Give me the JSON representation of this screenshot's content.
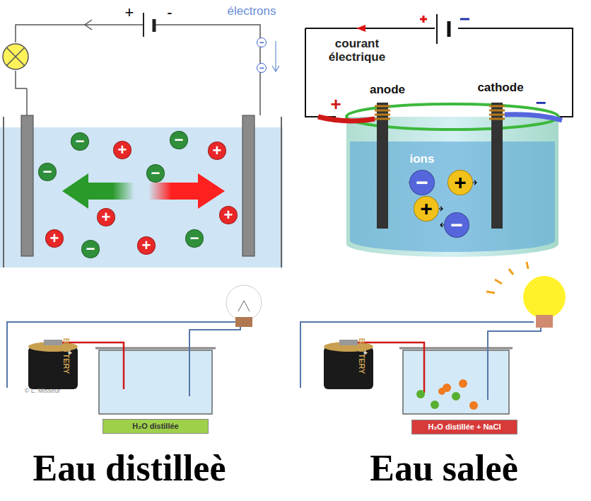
{
  "diagram": {
    "nodes": [
      {
        "text": [
          "−"
        ]
      },
      {
        "text": [
          "−"
        ]
      },
      {
        "text": [
          "−"
        ]
      },
      {
        "text": [
          "−"
        ]
      },
      {
        "text": [
          "−"
        ]
      },
      {
        "text": [
          "−"
        ]
      },
      {
        "text": [
          "+"
        ]
      },
      {
        "text": [
          "+"
        ]
      },
      {
        "text": [
          "+"
        ]
      },
      {
        "text": [
          "+"
        ]
      },
      {
        "text": [
          "+"
        ]
      },
      {
        "text": [
          "+"
        ]
      },
      {
        "text": [
          "−"
        ]
      },
      {
        "text": [
          "−"
        ]
      },
      {
        "text": [
          "−"
        ]
      },
      {
        "text": [
          "+"
        ]
      },
      {
        "text": [
          "+"
        ]
      },
      {
        "text": [
          "−"
        ]
      },
      {
        "text": [
          "H₂O distillée"
        ]
      },
      {
        "text": [
          "H₂O distillée + NaCl"
        ]
      }
    ],
    "labels": [
      "+",
      "-",
      "électrons",
      "courant électrique",
      "+",
      "−",
      "anode",
      "cathode",
      "+",
      "−",
      "ions",
      "BATTERY",
      "+",
      "BATTERY",
      "+",
      "© L. Misseur",
      "Eau distilleè",
      "Eau saleè"
    ]
  }
}
